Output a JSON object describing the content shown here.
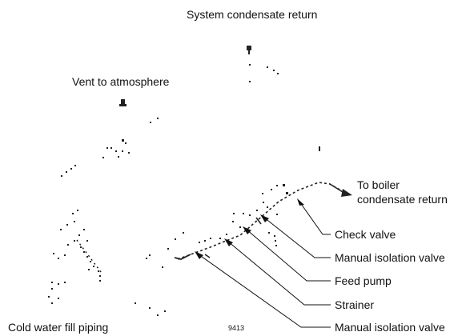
{
  "labels": {
    "system_return": "System condensate return",
    "vent": "Vent to atmosphere",
    "to_boiler_line1": "To boiler",
    "to_boiler_line2": "condensate return",
    "check_valve": "Check valve",
    "manual_isolation_valve_upper": "Manual isolation valve",
    "feed_pump": "Feed pump",
    "strainer": "Strainer",
    "manual_isolation_valve_lower": "Manual isolation valve",
    "cold_water": "Cold water fill piping",
    "figure_number": "9413"
  },
  "colors": {
    "ink": "#111111",
    "background": "#ffffff"
  }
}
